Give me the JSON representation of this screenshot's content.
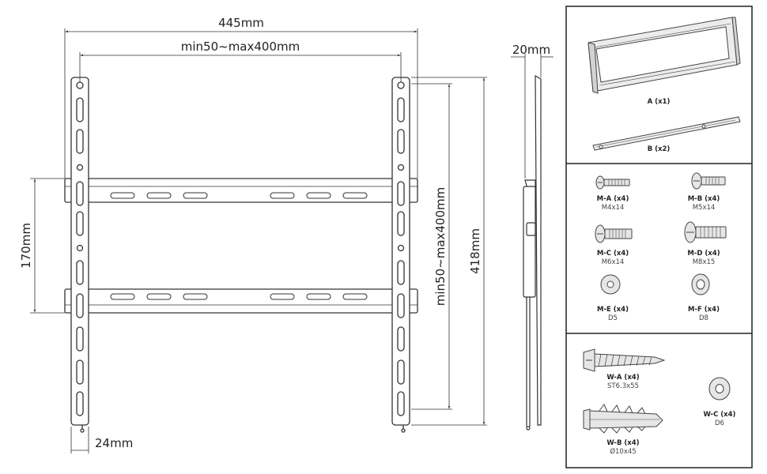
{
  "dimensions": {
    "overall_width": "445mm",
    "vesa_horizontal": "min50~max400mm",
    "profile_depth": "20mm",
    "rail_spacing": "170mm",
    "vesa_vertical": "min50~max400mm",
    "overall_height": "418mm",
    "arm_width": "24mm"
  },
  "parts": {
    "plate": "A (x1)",
    "bar": "B (x2)"
  },
  "screws": [
    {
      "label": "M-A (x4)",
      "size": "M4x14"
    },
    {
      "label": "M-B (x4)",
      "size": "M5x14"
    },
    {
      "label": "M-C (x4)",
      "size": "M6x14"
    },
    {
      "label": "M-D (x4)",
      "size": "M8x15"
    },
    {
      "label": "M-E (x4)",
      "size": "D5"
    },
    {
      "label": "M-F (x4)",
      "size": "D8"
    }
  ],
  "wall_hardware": [
    {
      "label": "W-A (x4)",
      "size": "ST6.3x55"
    },
    {
      "label": "W-B (x4)",
      "size": "Ø10x45"
    },
    {
      "label": "W-C (x4)",
      "size": "D6"
    }
  ],
  "colors": {
    "line": "#333333",
    "fill": "#ffffff",
    "part_fill": "#e9e9e9"
  }
}
